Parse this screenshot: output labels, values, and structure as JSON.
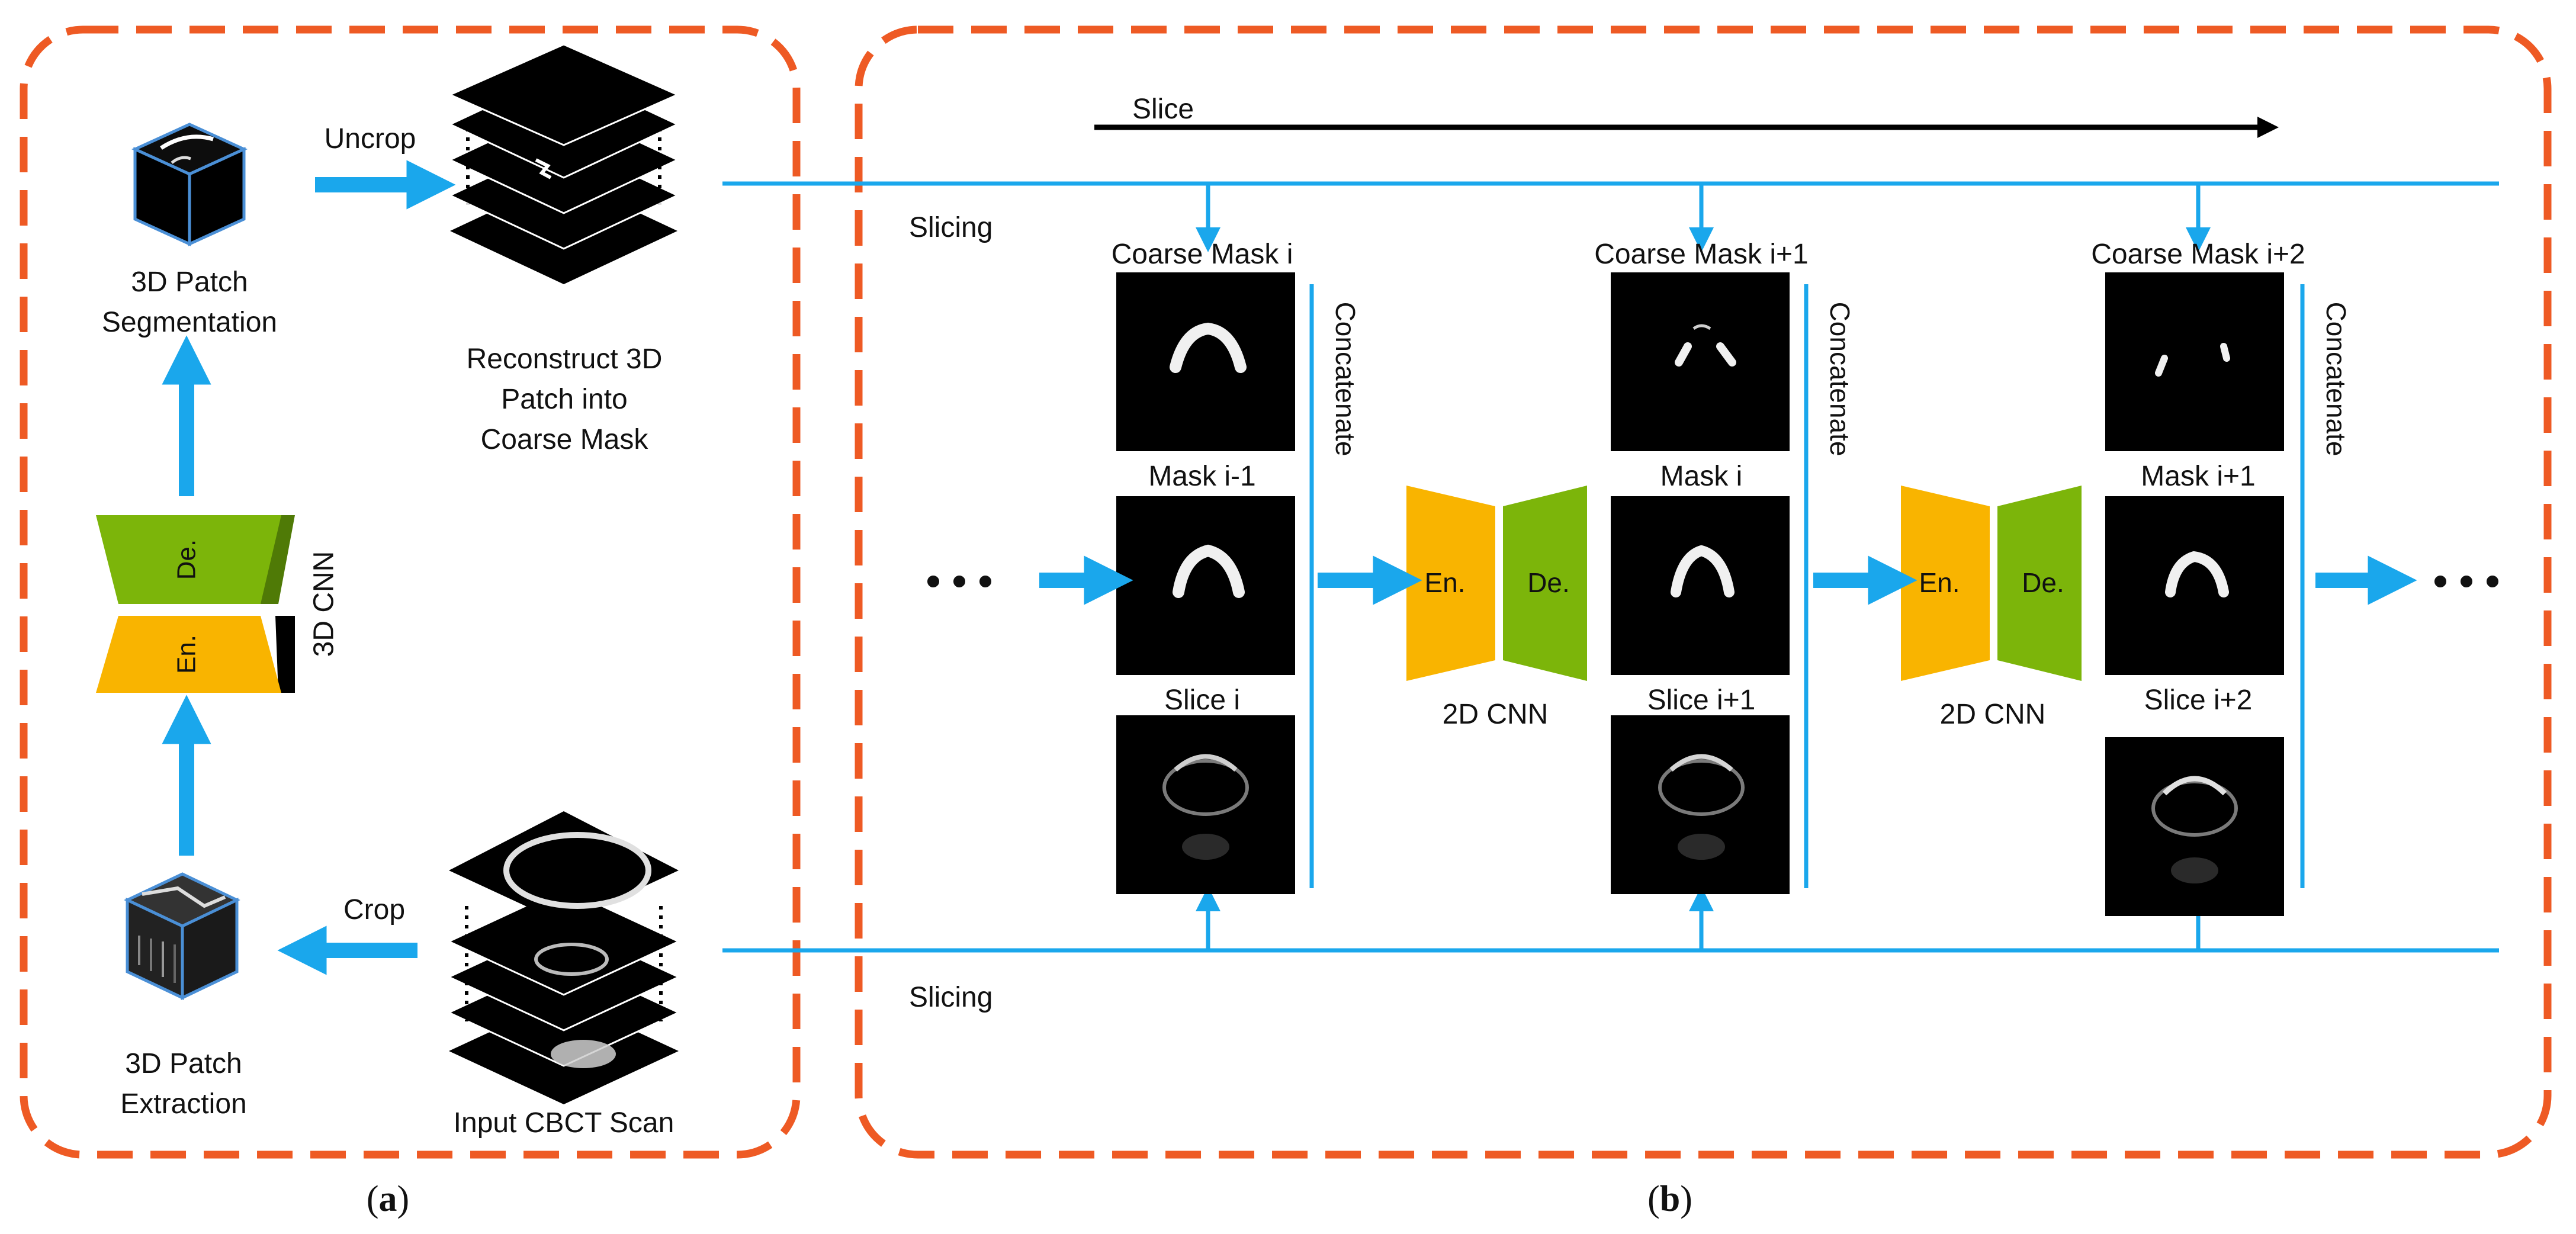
{
  "colors": {
    "panel_border": "#ee5a24",
    "flow_arrow": "#1aa7ec",
    "encoder": "#f9b400",
    "decoder": "#7cb50a",
    "decoder_shadow": "#4f7a06",
    "image_bg": "#000000",
    "text": "#111111"
  },
  "panel_a": {
    "caption_open": "(",
    "caption_letter": "a",
    "caption_close": ")",
    "uncrop_label": "Uncrop",
    "crop_label": "Crop",
    "seg_label_line1": "3D Patch",
    "seg_label_line2": "Segmentation",
    "extract_label_line1": "3D Patch",
    "extract_label_line2": "Extraction",
    "recon_label_line1": "Reconstruct 3D",
    "recon_label_line2": "Patch into",
    "recon_label_line3": "Coarse Mask",
    "input_label": "Input CBCT Scan",
    "cnn_label": "3D CNN",
    "decoder_label": "De.",
    "encoder_label": "En."
  },
  "panel_b": {
    "caption_open": "(",
    "caption_letter": "b",
    "caption_close": ")",
    "slice_axis_label": "Slice",
    "slicing_top_label": "Slicing",
    "slicing_bottom_label": "Slicing",
    "ellipsis_left": "• • •",
    "ellipsis_right": "• • •",
    "concatenate_label": "Concatenate",
    "cnn_label": "2D CNN",
    "encoder_label": "En.",
    "decoder_label": "De.",
    "columns": [
      {
        "coarse": "Coarse Mask i",
        "mask": "Mask i-1",
        "slice": "Slice i"
      },
      {
        "coarse": "Coarse Mask i+1",
        "mask": "Mask i",
        "slice": "Slice i+1"
      },
      {
        "coarse": "Coarse Mask i+2",
        "mask": "Mask i+1",
        "slice": "Slice i+2"
      }
    ]
  }
}
